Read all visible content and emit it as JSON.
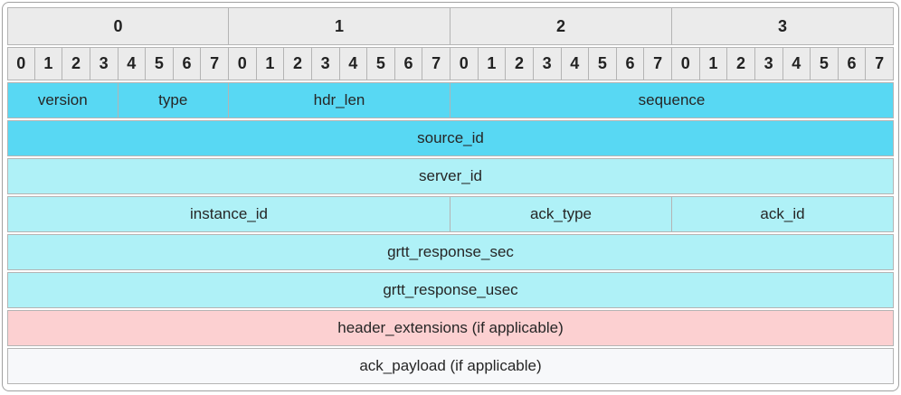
{
  "colors": {
    "header_bg": "#ebebeb",
    "field_bright": "#58d8f3",
    "field_light": "#aff1f7",
    "field_pink": "#fcd0d1",
    "field_plain": "#f7f8fa",
    "grid_line": "#b4b4b4",
    "outer_border": "#a0a0a0",
    "text": "#262626"
  },
  "byte_headers": [
    "0",
    "1",
    "2",
    "3"
  ],
  "bit_numbers": [
    "0",
    "1",
    "2",
    "3",
    "4",
    "5",
    "6",
    "7",
    "0",
    "1",
    "2",
    "3",
    "4",
    "5",
    "6",
    "7",
    "0",
    "1",
    "2",
    "3",
    "4",
    "5",
    "6",
    "7",
    "0",
    "1",
    "2",
    "3",
    "4",
    "5",
    "6",
    "7"
  ],
  "rows": [
    {
      "color": "bright",
      "cells": [
        {
          "label": "version",
          "span": 4
        },
        {
          "label": "type",
          "span": 4
        },
        {
          "label": "hdr_len",
          "span": 8
        },
        {
          "label": "sequence",
          "span": 16
        }
      ]
    },
    {
      "color": "bright",
      "cells": [
        {
          "label": "source_id",
          "span": 32
        }
      ]
    },
    {
      "color": "light",
      "cells": [
        {
          "label": "server_id",
          "span": 32
        }
      ]
    },
    {
      "color": "light",
      "cells": [
        {
          "label": "instance_id",
          "span": 16
        },
        {
          "label": "ack_type",
          "span": 8
        },
        {
          "label": "ack_id",
          "span": 8
        }
      ]
    },
    {
      "color": "light",
      "cells": [
        {
          "label": "grtt_response_sec",
          "span": 32
        }
      ]
    },
    {
      "color": "light",
      "cells": [
        {
          "label": "grtt_response_usec",
          "span": 32
        }
      ]
    },
    {
      "color": "pink",
      "cells": [
        {
          "label": "header_extensions (if applicable)",
          "span": 32
        }
      ]
    },
    {
      "color": "plain",
      "cells": [
        {
          "label": "ack_payload (if applicable)",
          "span": 32
        }
      ]
    }
  ]
}
